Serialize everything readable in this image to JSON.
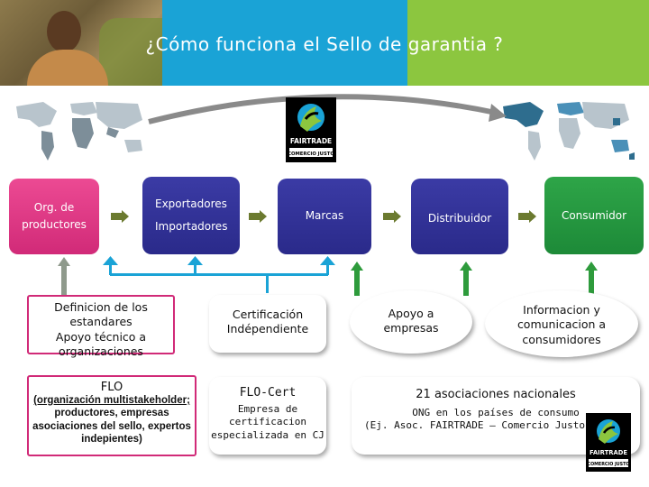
{
  "title": "¿Cómo funciona el Sello de garantia ?",
  "logo": {
    "line1": "FAIRTRADE",
    "line2": "COMERCIO JUSTO"
  },
  "chain": [
    {
      "lines": [
        "Org. de",
        "productores"
      ]
    },
    {
      "lines": [
        "Exportadores",
        "Importadores"
      ]
    },
    {
      "lines": [
        "Marcas"
      ]
    },
    {
      "lines": [
        "Distribuidor"
      ]
    },
    {
      "lines": [
        "Consumidor"
      ]
    }
  ],
  "roles": {
    "flo_role": [
      "Definicion de los",
      "estandares",
      "Apoyo técnico a",
      "organizaciones"
    ],
    "cert_role": [
      "Certificación",
      "Indépendiente"
    ],
    "support_role": [
      "Apoyo a",
      "empresas"
    ],
    "info_role": [
      "Informacion y",
      "comunicacion a",
      "consumidores"
    ]
  },
  "orgs": {
    "flo": {
      "name": "FLO",
      "desc": [
        "(organización multistakeholder;",
        "productores, empresas",
        "asociaciones del sello, expertos",
        "indepientes)"
      ]
    },
    "flocert": {
      "name": "FLO-Cert",
      "desc": [
        "Empresa de",
        "certificacion",
        "especializada en CJ"
      ]
    },
    "national": {
      "name": "21 asociaciones nacionales",
      "desc": [
        "ONG en los países de consumo",
        "(Ej. Asoc. FAIRTRADE – Comercio Justo)"
      ]
    }
  },
  "colors": {
    "header_blue": "#1aa3d6",
    "header_green": "#8cc63f",
    "pink": "#d12a78",
    "navy": "#2a2a8a",
    "green": "#1d8a38",
    "link_blue": "#1aa3d6"
  }
}
